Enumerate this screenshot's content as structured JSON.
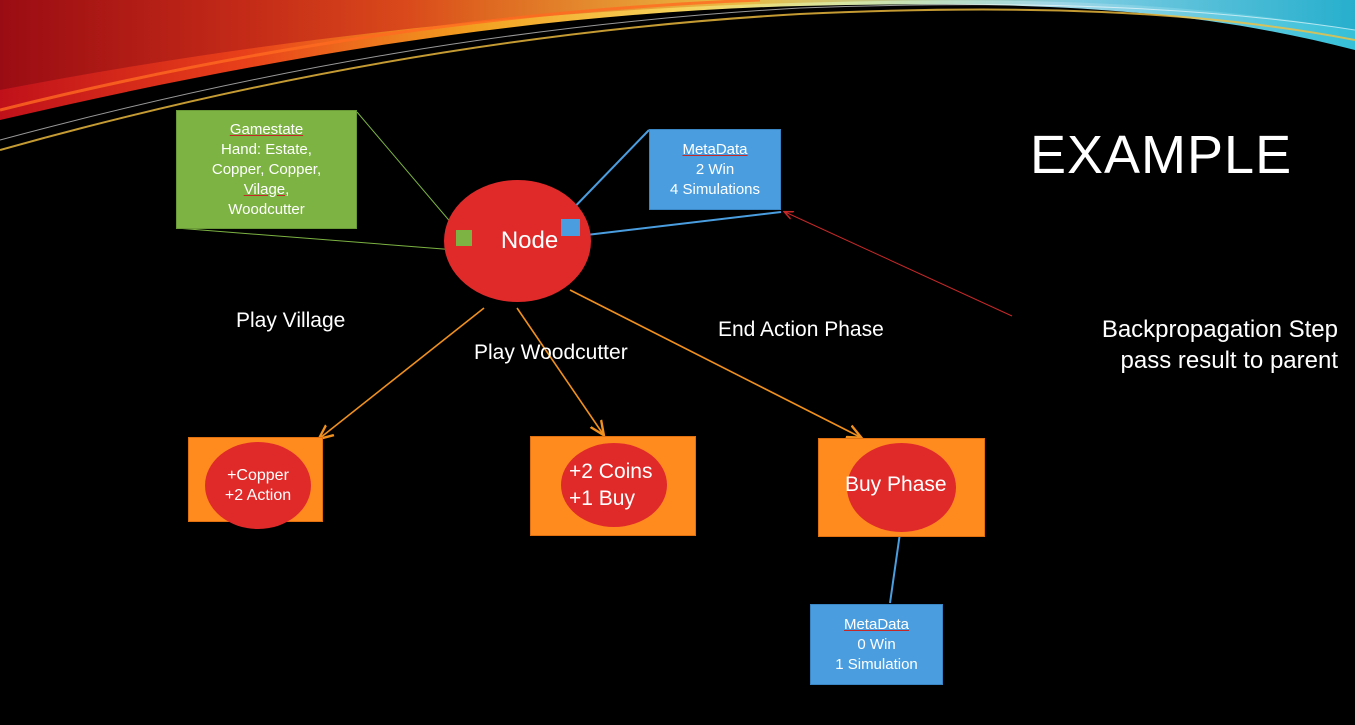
{
  "slide": {
    "title": "EXAMPLE"
  },
  "node": {
    "label": "Node"
  },
  "gamestate_box": {
    "heading": "Gamestate",
    "line1": "Hand: Estate,",
    "line2": "Copper, Copper,",
    "line3": "Vilage,",
    "line4": "Woodcutter"
  },
  "metadata_top": {
    "heading": "MetaData",
    "wins": "2 Win",
    "simulations": "4 Simulations"
  },
  "metadata_bottom": {
    "heading": "MetaData",
    "wins": "0 Win",
    "simulations": "1 Simulation"
  },
  "edges": {
    "play_village": "Play Village",
    "play_woodcutter": "Play Woodcutter",
    "end_action_phase": "End Action Phase"
  },
  "children": {
    "village": {
      "line1": "+Copper",
      "line2": "+2 Action"
    },
    "woodcutter": {
      "line1": "+2 Coins",
      "line2": "+1 Buy"
    },
    "buy_phase": {
      "line1": "Buy Phase"
    }
  },
  "annotation": {
    "line1": "Backpropagation Step",
    "line2": "pass result to parent"
  },
  "colors": {
    "background": "#000000",
    "node_red": "#e02a2a",
    "state_green": "#7cb342",
    "meta_blue": "#4a9ee0",
    "child_orange": "#ff8a1e",
    "arrow_orange": "#f0901e",
    "arrow_red": "#c62828"
  }
}
